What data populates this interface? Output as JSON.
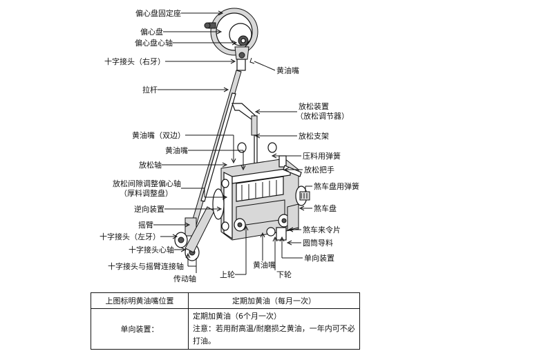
{
  "labels": {
    "eccentric_disc_mount": "偏心盘固定座",
    "eccentric_disc": "偏心盘",
    "eccentric_disc_shaft": "偏心盘心轴",
    "cross_joint_right": "十字接头（右牙）",
    "grease_nipple_top": "黄油嘴",
    "pull_rod": "拉杆",
    "release_device": "放松装置",
    "release_regulator": "（放松调节器）",
    "grease_nipple_double": "黄油嘴（双边）",
    "release_bracket": "放松支架",
    "grease_nipple_left": "黄油嘴",
    "pressing_spring": "压料用弹簧",
    "release_shaft": "放松轴",
    "release_handle": "放松把手",
    "release_gap_eccentric": "放松间隙调整偏心轴",
    "thick_material_adjust": "（厚料调整盘）",
    "brake_disc_spring": "煞车盘用弹簧",
    "reverse_device": "逆向装置",
    "brake_disc": "煞车盘",
    "rocker_arm": "摇臂",
    "brake_plate": "煞车来令片",
    "cross_joint_left": "十字接头（左牙）",
    "cylinder_guide": "圆筒导料",
    "cross_joint_shaft": "十字接头心轴",
    "one_way_device": "单向装置",
    "grease_nipple_bottom": "黄油嘴",
    "cross_joint_rocker_shaft": "十字接头与摇臂连接轴",
    "upper_roller": "上轮",
    "lower_roller": "下轮",
    "drive_shaft": "传动轴"
  },
  "table": {
    "header_left": "上图标明黄油嘴位置",
    "header_right": "定期加黄油（每月一次）",
    "row_left": "单向装置：",
    "row_right_line1": "定期加黄油（6个月一次）",
    "row_right_line2": "注意：若用耐高温/耐磨损之黄油，一年内可不必打油。"
  }
}
